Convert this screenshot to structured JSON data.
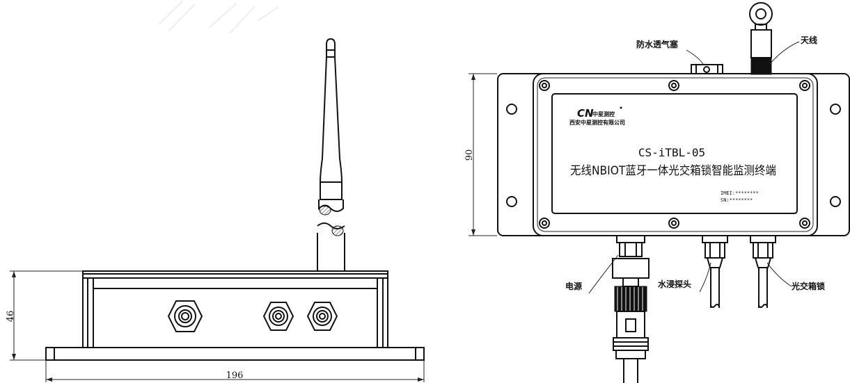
{
  "side_view": {
    "width_dim": "196",
    "height_dim": "46"
  },
  "top_view": {
    "height_dim": "90",
    "logo_mark": "CN",
    "logo_brand": "中星测控",
    "company": "西安中星测控有限公司",
    "model": "CS-iTBL-05",
    "product_name": "无线NBIOT蓝牙一体光交箱锁智能监测终端",
    "imei": "IMEI:********",
    "sn": "SN:********"
  },
  "callouts": {
    "vent_plug": "防水透气塞",
    "antenna": "天线",
    "power": "电源",
    "water_probe": "水浸探头",
    "box_lock": "光交箱锁"
  }
}
